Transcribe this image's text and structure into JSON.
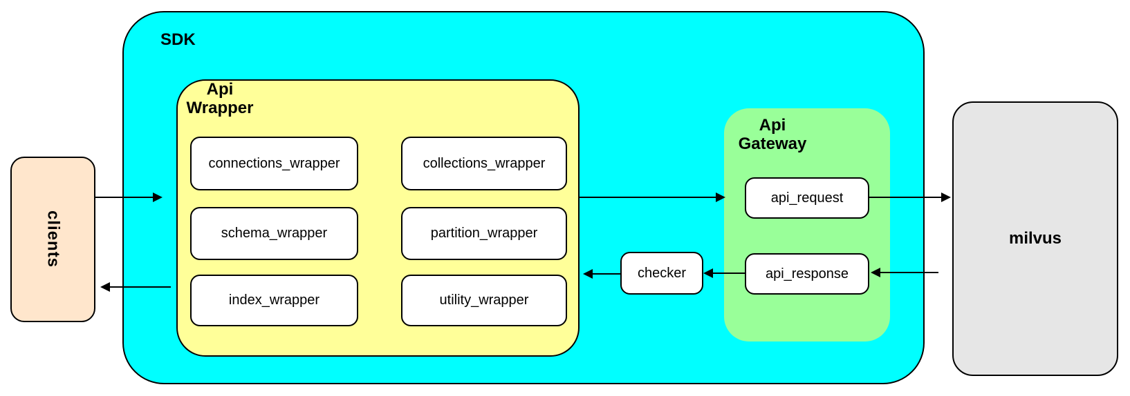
{
  "diagram": {
    "colors": {
      "sdk-fill": "#00FFFF",
      "wrapper-fill": "#FFFF99",
      "gateway-fill": "#99FF99",
      "clients-fill": "#FFE6CC",
      "milvus-fill": "#E6E6E6",
      "node-fill": "#FFFFFF",
      "stroke": "#000000"
    },
    "clients": {
      "label": "clients"
    },
    "sdk": {
      "label": "SDK"
    },
    "api_wrapper": {
      "title_lines": [
        "Api",
        "Wrapper"
      ],
      "boxes": [
        "connections_wrapper",
        "schema_wrapper",
        "index_wrapper",
        "collections_wrapper",
        "partition_wrapper",
        "utility_wrapper"
      ]
    },
    "checker": {
      "label": "checker"
    },
    "api_gateway": {
      "title_lines": [
        "Api",
        "Gateway"
      ],
      "boxes": [
        "api_request",
        "api_response"
      ]
    },
    "milvus": {
      "label": "milvus"
    },
    "arrows": [
      "clients to sdk",
      "api-wrapper to clients",
      "api-wrapper to api-gateway",
      "api-request to milvus",
      "milvus to api-response",
      "api-response to checker",
      "checker to api-wrapper"
    ]
  }
}
